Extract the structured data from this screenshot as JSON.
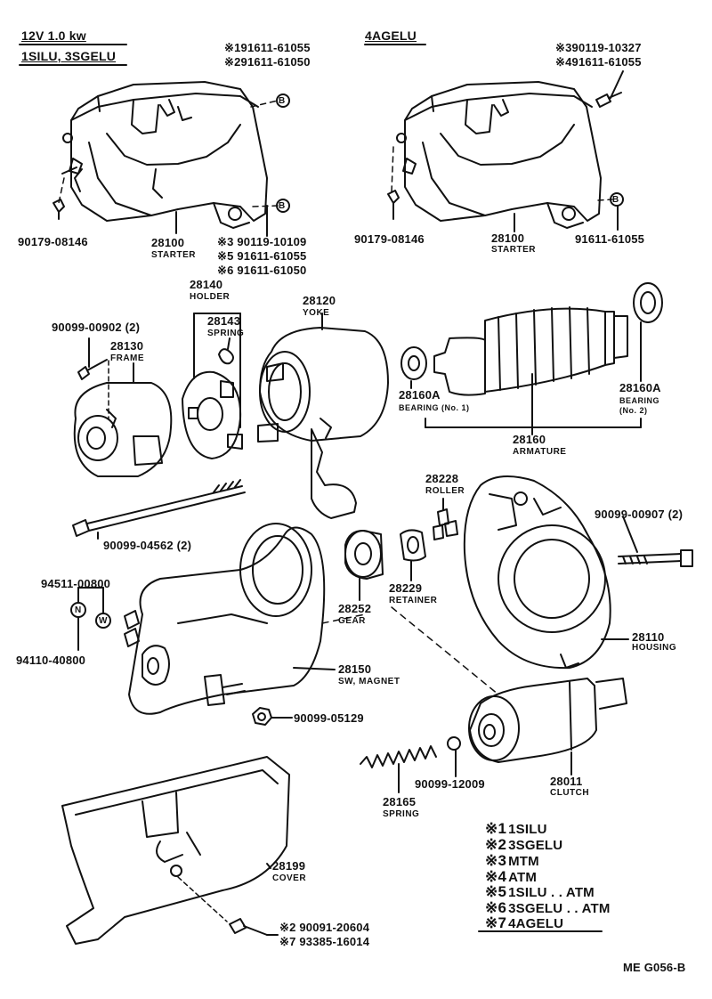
{
  "header": {
    "left_line1": "12V 1.0 kw",
    "left_line2": "1SILU, 3SGELU",
    "right": "4AGELU"
  },
  "parts_left": {
    "bolt1": "※191611-61055",
    "bolt2": "※291611-61050",
    "bolt_bot1": "※3  90119-10109",
    "bolt_bot2": "※5  91611-61055",
    "bolt_bot3": "※6  91611-61050",
    "screw": "90179-08146",
    "starter_no": "28100",
    "starter_name": "STARTER",
    "marker_b": "B"
  },
  "parts_right": {
    "bolt1": "※390119-10327",
    "bolt2": "※491611-61055",
    "bolt_bot": "91611-61055",
    "screw": "90179-08146",
    "starter_no": "28100",
    "starter_name": "STARTER",
    "marker_b": "B"
  },
  "parts": [
    {
      "no": "28140",
      "name": "HOLDER"
    },
    {
      "no": "28143",
      "name": "SPRING"
    },
    {
      "no": "28120",
      "name": "YOKE"
    },
    {
      "no": "90099-00902 (2)",
      "name": ""
    },
    {
      "no": "28130",
      "name": "FRAME"
    },
    {
      "no": "28160A",
      "name": "BEARING (No. 1)"
    },
    {
      "no": "28160A",
      "name": "BEARING",
      "name2": "(No. 2)"
    },
    {
      "no": "28160",
      "name": "ARMATURE"
    },
    {
      "no": "28228",
      "name": "ROLLER"
    },
    {
      "no": "90099-00907 (2)",
      "name": ""
    },
    {
      "no": "90099-04562 (2)",
      "name": ""
    },
    {
      "no": "94511-00800",
      "name": ""
    },
    {
      "no": "94110-40800",
      "name": ""
    },
    {
      "no": "28252",
      "name": "GEAR"
    },
    {
      "no": "28229",
      "name": "RETAINER"
    },
    {
      "no": "28110",
      "name": "HOUSING"
    },
    {
      "no": "28150",
      "name": "SW, MAGNET"
    },
    {
      "no": "90099-05129",
      "name": ""
    },
    {
      "no": "28165",
      "name": "SPRING"
    },
    {
      "no": "90099-12009",
      "name": ""
    },
    {
      "no": "28011",
      "name": "CLUTCH"
    },
    {
      "no": "28199",
      "name": "COVER"
    },
    {
      "no": "※2  90091-20604",
      "name": ""
    },
    {
      "no": "※7  93385-16014",
      "name": ""
    }
  ],
  "markers": {
    "n": "N",
    "w": "W"
  },
  "legend": [
    {
      "mark": "※1",
      "text": "1SILU"
    },
    {
      "mark": "※2",
      "text": "3SGELU"
    },
    {
      "mark": "※3",
      "text": "MTM"
    },
    {
      "mark": "※4",
      "text": "ATM"
    },
    {
      "mark": "※5",
      "text": "1SILU . . ATM"
    },
    {
      "mark": "※6",
      "text": "3SGELU . . ATM"
    },
    {
      "mark": "※7",
      "text": "4AGELU"
    }
  ],
  "code": "ME G056-B",
  "colors": {
    "ink": "#111111",
    "paper": "#ffffff"
  }
}
